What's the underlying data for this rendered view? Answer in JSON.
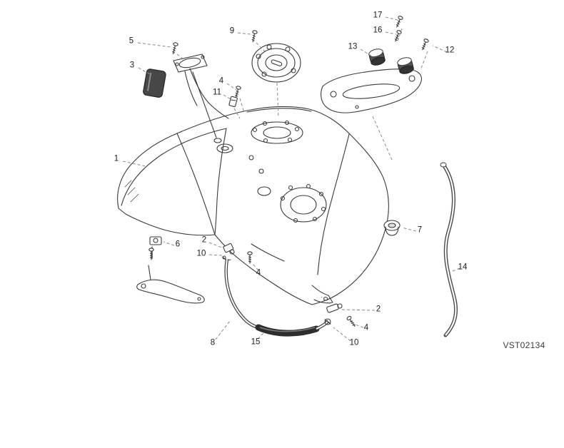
{
  "diagram": {
    "code": "VST02134",
    "callouts": [
      {
        "label": "5"
      },
      {
        "label": "3"
      },
      {
        "label": "9"
      },
      {
        "label": "17"
      },
      {
        "label": "16"
      },
      {
        "label": "13"
      },
      {
        "label": "12"
      },
      {
        "label": "4"
      },
      {
        "label": "11"
      },
      {
        "label": "1"
      },
      {
        "label": "7"
      },
      {
        "label": "6"
      },
      {
        "label": "2"
      },
      {
        "label": "10"
      },
      {
        "label": "4"
      },
      {
        "label": "14"
      },
      {
        "label": "8"
      },
      {
        "label": "15"
      },
      {
        "label": "2"
      },
      {
        "label": "4"
      },
      {
        "label": "10"
      }
    ]
  }
}
